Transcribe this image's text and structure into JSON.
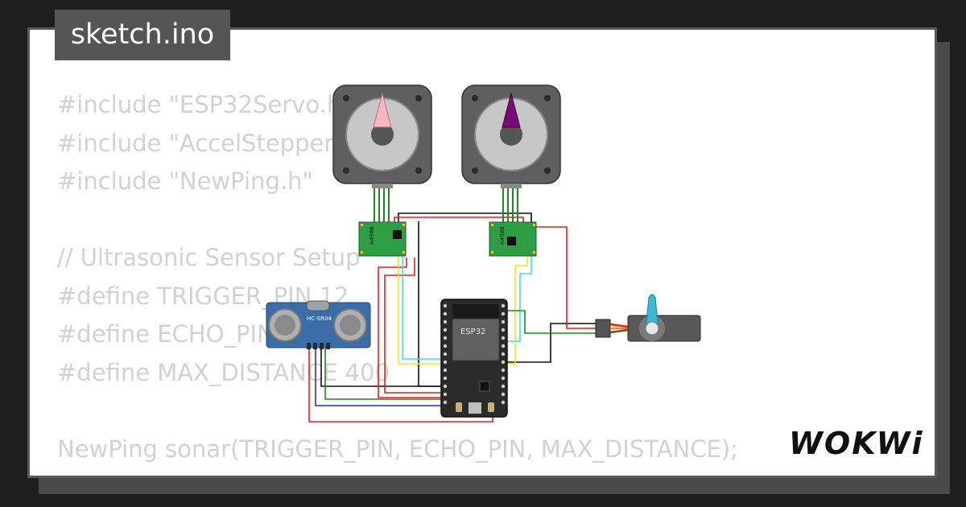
{
  "title": "sketch.ino",
  "code_lines": [
    "#include \"ESP32Servo.h\"",
    "#include \"AccelStepper.h\"",
    "#include \"NewPing.h\"",
    "",
    "// Ultrasonic Sensor Setup",
    "#define TRIGGER_PIN 12",
    "#define ECHO_PIN 14",
    "#define MAX_DISTANCE 400",
    "",
    "NewPing sonar(TRIGGER_PIN, ECHO_PIN, MAX_DISTANCE);"
  ],
  "components": {
    "stepper_left": {
      "pointer_color": "#f7b6c2"
    },
    "stepper_right": {
      "pointer_color": "#7a0a78"
    },
    "driver_left": {
      "label": "A4988"
    },
    "driver_right": {
      "label": "A4988"
    },
    "ultrasonic": {
      "label": "HC-SR04"
    },
    "mcu": {
      "label": "ESP32"
    },
    "servo": {
      "horn_color": "#3ab8d4"
    }
  },
  "wire_colors": {
    "red": "#e02020",
    "black": "#111111",
    "yellow": "#f5e61a",
    "cyan": "#3be0f0",
    "green": "#1e8a1e",
    "blue": "#2030c8"
  },
  "logo": {
    "text": "WOKWi"
  }
}
